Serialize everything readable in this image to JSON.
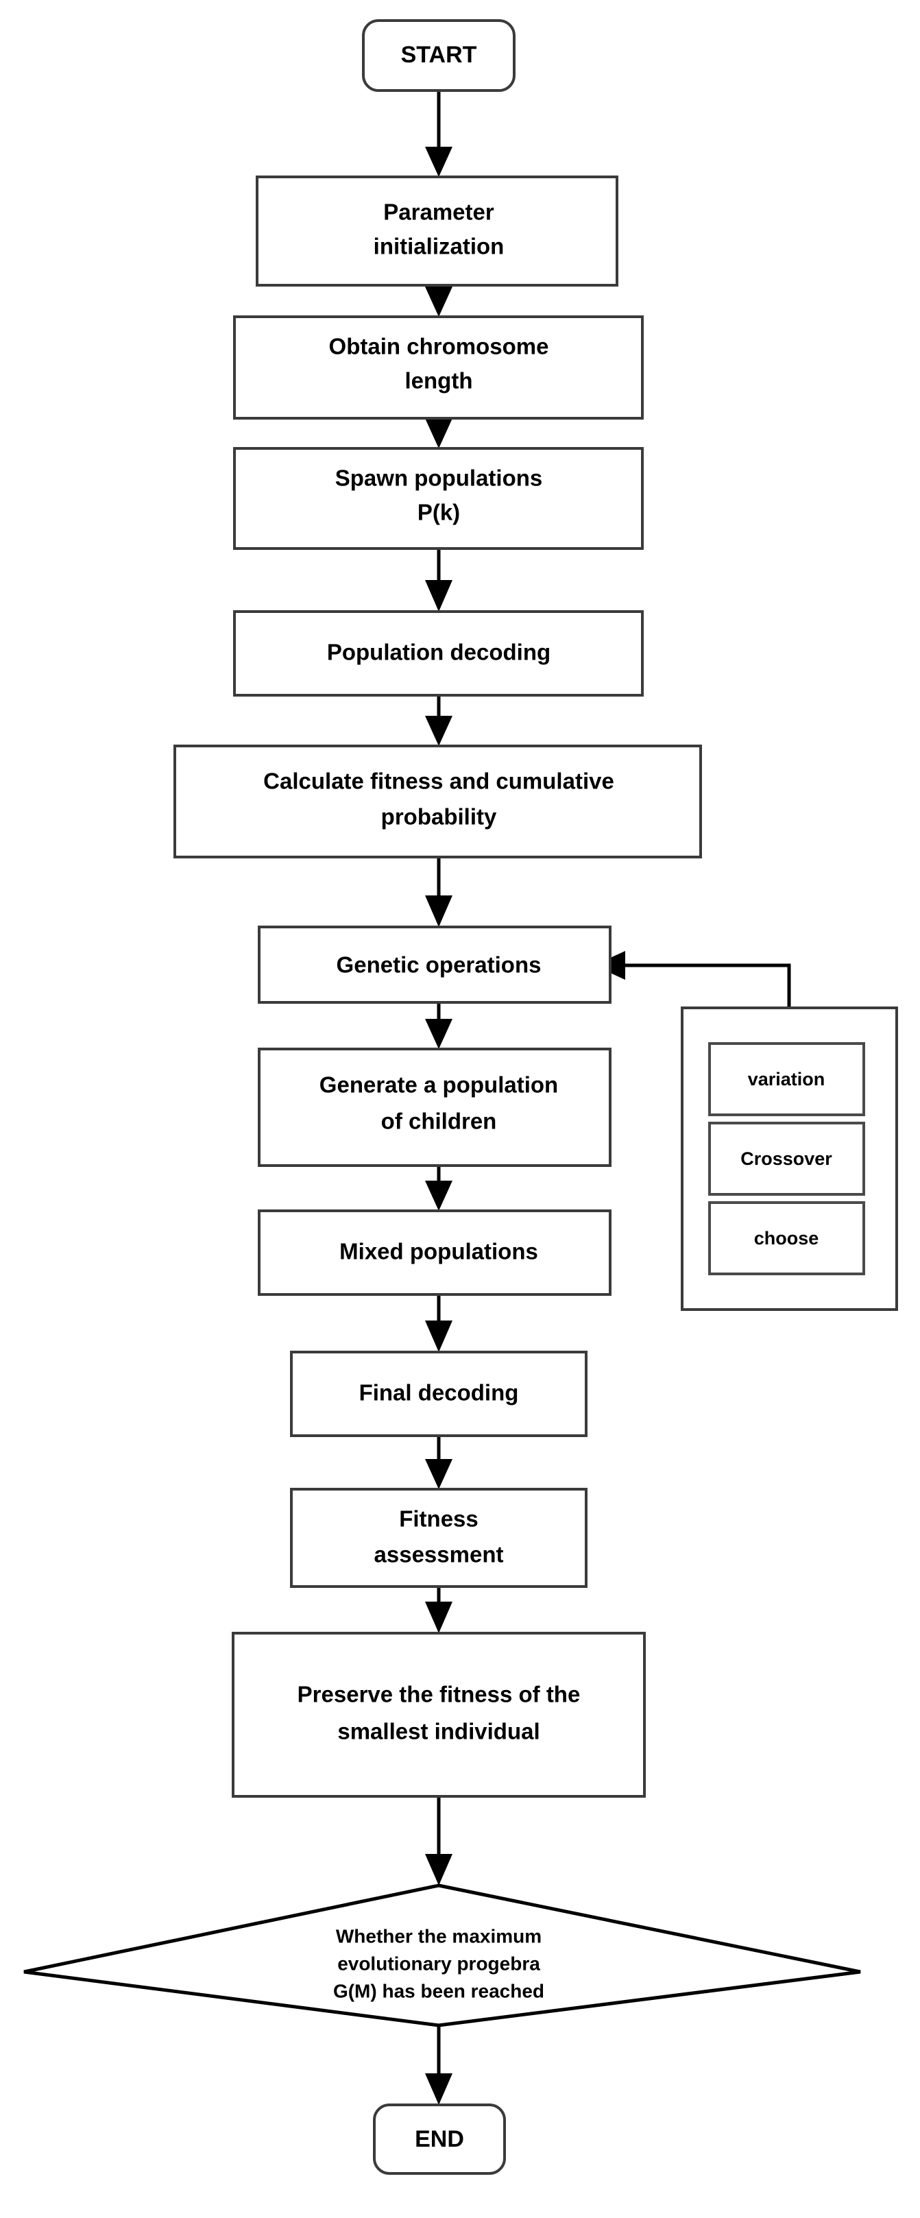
{
  "diagram": {
    "title": "Genetic Algorithm Flowchart",
    "colors": {
      "background": "#ffffff",
      "box_stroke": "#3b3b3b",
      "line": "#000000",
      "text": "#000000"
    }
  },
  "nodes": {
    "start": {
      "label": "START",
      "type": "terminal"
    },
    "parameter_initialization": {
      "line1": "Parameter",
      "line2": "initialization",
      "type": "process"
    },
    "obtain_chromosome_length": {
      "line1": "Obtain chromosome",
      "line2": "length",
      "type": "process"
    },
    "spawn_populations": {
      "line1": "Spawn populations",
      "line2": "P(k)",
      "type": "process"
    },
    "population_decoding": {
      "line1": "Population decoding",
      "line2": "",
      "type": "process"
    },
    "calculate_fitness": {
      "line1": "Calculate fitness and cumulative",
      "line2": "probability",
      "type": "process"
    },
    "genetic_operations": {
      "line1": "Genetic operations",
      "line2": "",
      "type": "process"
    },
    "generate_children": {
      "line1": "Generate a population",
      "line2": "of children",
      "type": "process"
    },
    "mixed_populations": {
      "line1": "Mixed populations",
      "line2": "",
      "type": "process"
    },
    "final_decoding": {
      "line1": "Final decoding",
      "line2": "",
      "type": "process"
    },
    "fitness_assessment": {
      "line1": "Fitness",
      "line2": "assessment",
      "type": "process"
    },
    "preserve_fitness": {
      "line1": "Preserve the fitness of the",
      "line2": "smallest individual",
      "type": "process"
    },
    "decision_max_generation": {
      "line1": "Whether the maximum",
      "line2": "evolutionary progebra",
      "line3": "G(M) has been reached",
      "type": "decision"
    },
    "end": {
      "label": "END",
      "type": "terminal"
    }
  },
  "operator_group": {
    "items": [
      {
        "label": "variation"
      },
      {
        "label": "Crossover"
      },
      {
        "label": "choose"
      }
    ]
  },
  "flow": {
    "sequence": [
      "START",
      "Parameter initialization",
      "Obtain chromosome length",
      "Spawn populations P(k)",
      "Population decoding",
      "Calculate fitness and cumulative probability",
      "Genetic operations",
      "Generate a population of children",
      "Mixed populations",
      "Final decoding",
      "Fitness assessment",
      "Preserve the fitness of the smallest individual",
      "Whether the maximum evolutionary progebra G(M) has been reached",
      "END"
    ],
    "feedback": "operator group -> Genetic operations"
  }
}
